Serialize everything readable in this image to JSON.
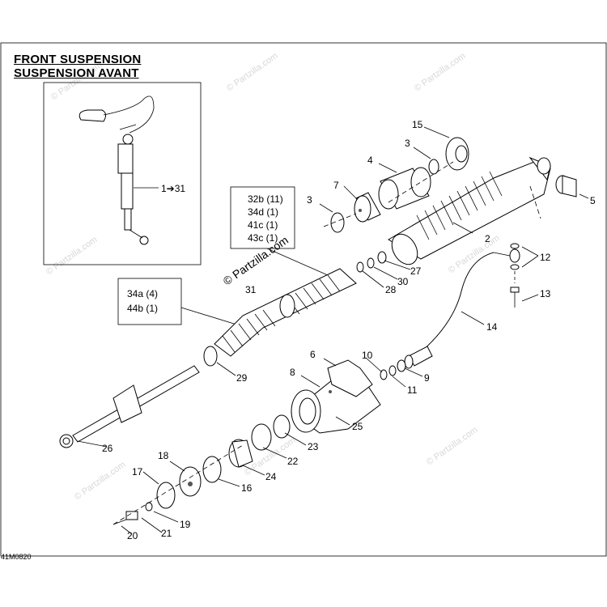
{
  "diagram": {
    "title_en": "FRONT SUSPENSION",
    "title_fr": "SUSPENSION AVANT",
    "drawing_number": "41M0820",
    "inset_label": "1➔31",
    "box_a": [
      "32b (11)",
      "34d (1)",
      "41c (1)",
      "43c (1)"
    ],
    "box_b": [
      "34a (4)",
      "44b (1)"
    ],
    "watermark": "© Partzilla.com",
    "callouts": [
      "2",
      "3",
      "3",
      "4",
      "5",
      "6",
      "7",
      "8",
      "9",
      "10",
      "11",
      "12",
      "13",
      "14",
      "15",
      "16",
      "17",
      "18",
      "19",
      "20",
      "21",
      "22",
      "23",
      "24",
      "25",
      "26",
      "27",
      "28",
      "29",
      "30",
      "31"
    ]
  }
}
